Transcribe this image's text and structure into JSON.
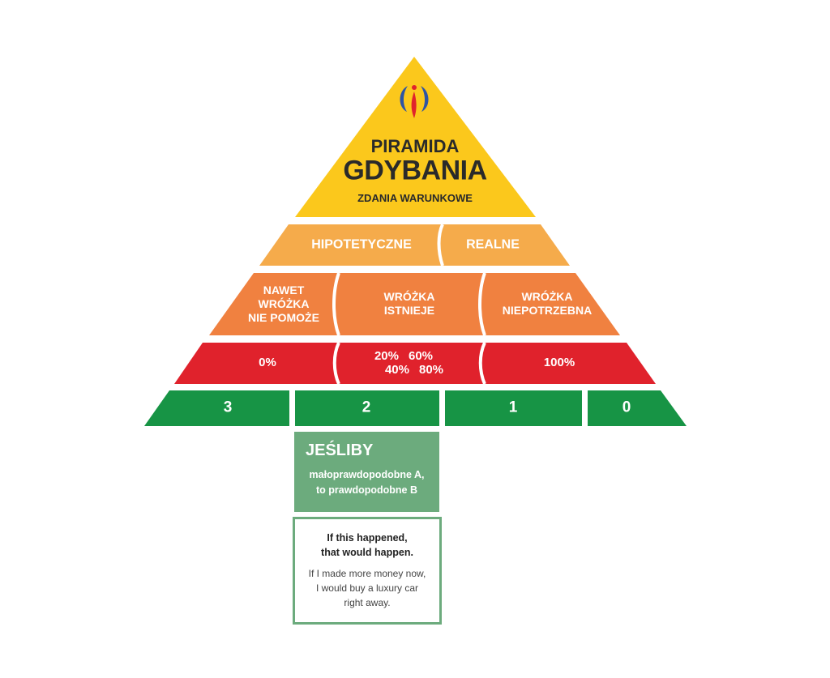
{
  "colors": {
    "yellow": "#fbc81c",
    "light_orange": "#f5ab4b",
    "orange": "#f08140",
    "red": "#e0222c",
    "green": "#179445",
    "box_green": "#6cab7d"
  },
  "logo": {
    "icon": "stylized-figure-logo"
  },
  "apex": {
    "title_line1": "PIRAMIDA",
    "title_line2": "GDYBANIA",
    "subtitle": "ZDANIA WARUNKOWE"
  },
  "level2": [
    "HIPOTETYCZNE",
    "REALNE"
  ],
  "level3": [
    {
      "lines": [
        "NAWET",
        "WRÓŻKA",
        "NIE POMOŻE"
      ]
    },
    {
      "lines": [
        "WRÓŻKA",
        "ISTNIEJE"
      ]
    },
    {
      "lines": [
        "WRÓŻKA",
        "NIEPOTRZEBNA"
      ]
    }
  ],
  "level4": {
    "left": "0%",
    "middle_row1": [
      "20%",
      "60%"
    ],
    "middle_row2": [
      "40%",
      "80%"
    ],
    "right": "100%"
  },
  "level5": [
    "3",
    "2",
    "1",
    "0"
  ],
  "detail": {
    "heading": "JEŚLIBY",
    "sub_line1": "małoprawdopodobne A,",
    "sub_line2": "to prawdopodobne B",
    "example_line1": "If this happened,",
    "example_line2": "that would happen.",
    "example2_line1": "If I made more money now,",
    "example2_line2": "I would buy a luxury car",
    "example2_line3": "right away."
  }
}
